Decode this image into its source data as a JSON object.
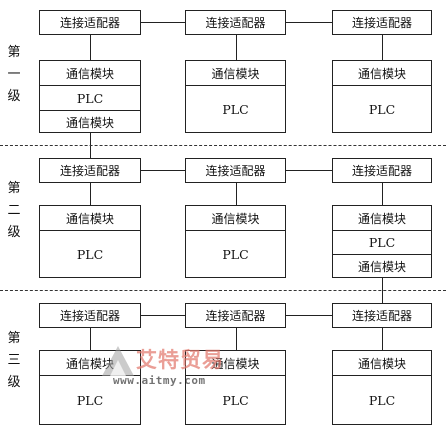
{
  "levels": [
    {
      "label_chars": [
        "第",
        "一",
        "级"
      ]
    },
    {
      "label_chars": [
        "第",
        "二",
        "级"
      ]
    },
    {
      "label_chars": [
        "第",
        "三",
        "级"
      ]
    }
  ],
  "adapter_label": "连接适配器",
  "comm_module_label": "通信模块",
  "plc_label": "PLC",
  "watermark": {
    "brand": "艾特贸易",
    "url": "www.aitmy.com"
  }
}
